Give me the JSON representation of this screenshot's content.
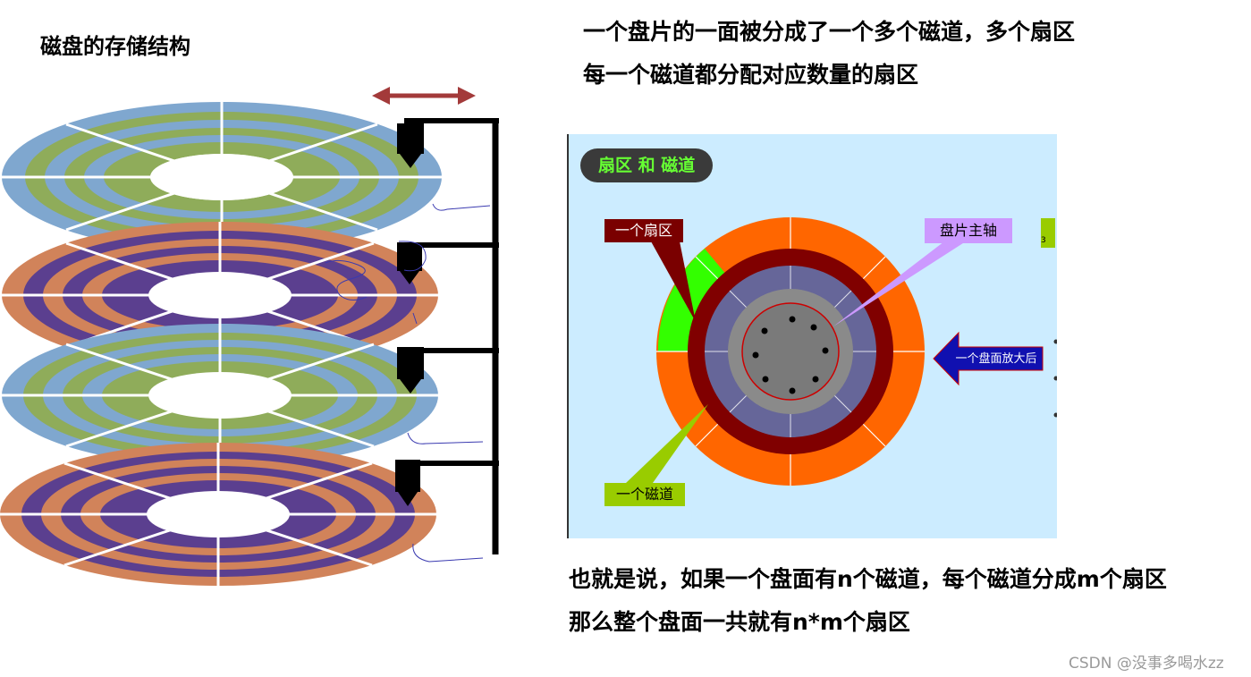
{
  "left_title": "磁盘的存储结构",
  "header_lines": [
    "一个盘片的一面被分成了一个多个磁道，多个扇区",
    "每一个磁道都分配对应数量的扇区"
  ],
  "footer_lines": [
    "也就是说，如果一个盘面有n个磁道，每个磁道分成m个扇区",
    "那么整个盘面一共就有n*m个扇区"
  ],
  "watermark": "CSDN @没事多喝水zz",
  "panel": {
    "title": "扇区 和 磁道",
    "label_sector": "一个扇区",
    "label_spindle": "盘片主轴",
    "label_track": "一个磁道",
    "label_enlarge": "一个盘面放大后",
    "edge_tab": "3"
  },
  "colors": {
    "panel_bg": "#ccecff",
    "platter_blue": "#7fa7cf",
    "platter_green": "#8fac5a",
    "platter_orange": "#d1835a",
    "platter_purple": "#5b3f8f",
    "sector_highlight": "#33ff00",
    "outer_ring": "#ff6600",
    "track_ring": "#800000",
    "label_sector_bg": "#7a0000",
    "label_spindle_bg": "#cc99ff",
    "label_track_bg": "#99cc00",
    "arrow_red": "#a33a3a",
    "arrow_blue": "#1010b0"
  }
}
